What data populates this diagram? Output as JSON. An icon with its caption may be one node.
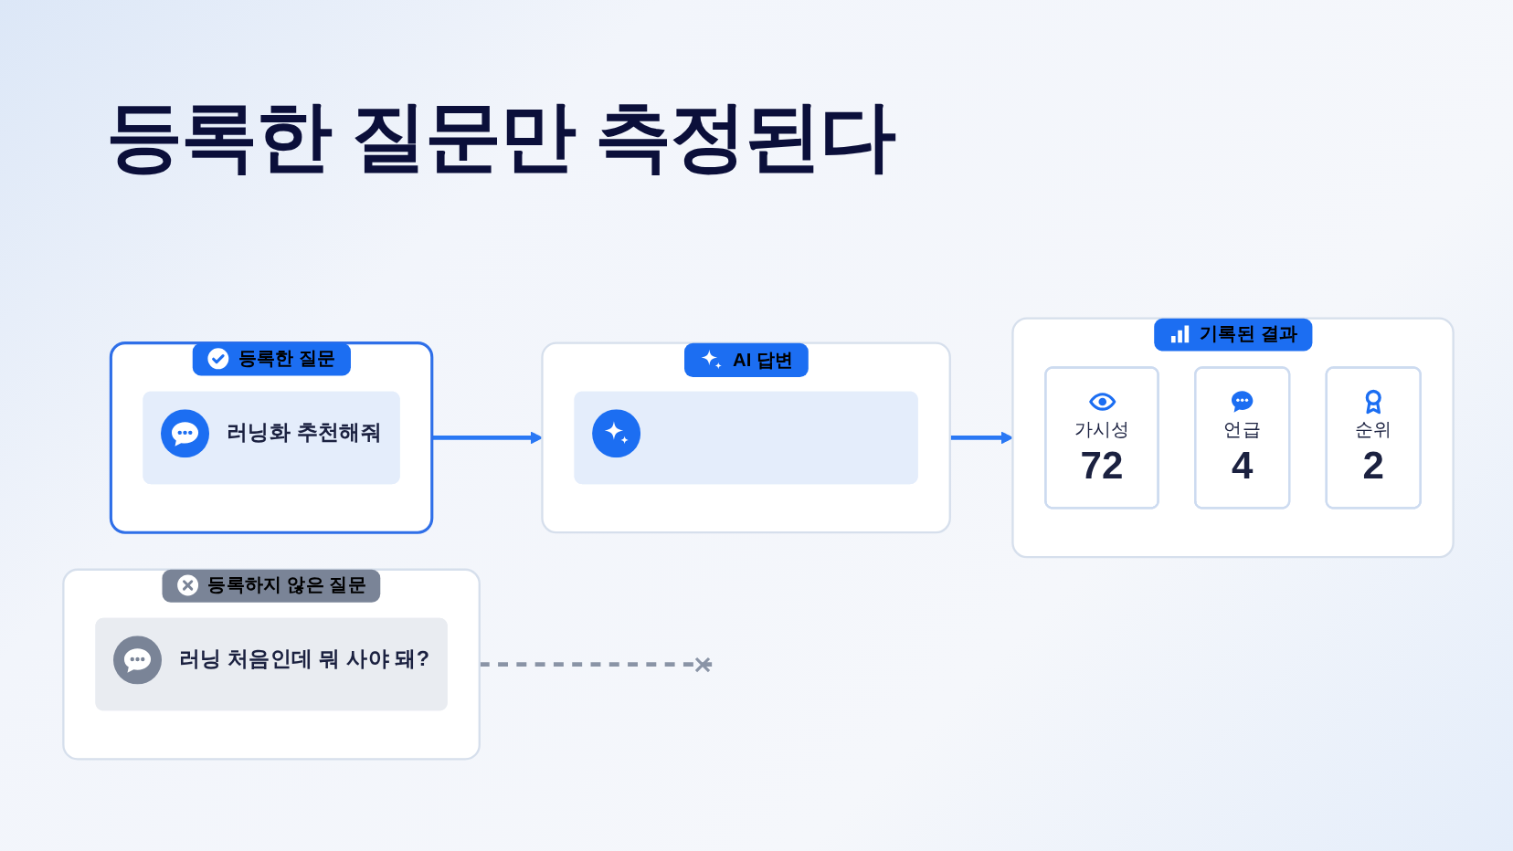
{
  "diagram": {
    "title": "등록한 질문만 측정된다",
    "nodes": [
      {
        "text": [
          "등록한 질문"
        ]
      },
      {
        "text": [
          "러닝화 추천해줘"
        ],
        "in": 0
      },
      {
        "text": [
          "AI 답변"
        ]
      },
      {
        "text": [],
        "shape": "box",
        "in": 2
      },
      {
        "text": [
          "기록된 결과"
        ]
      },
      {
        "text": [
          "가시성",
          "72"
        ],
        "in": 4
      },
      {
        "text": [
          "언급",
          "4"
        ],
        "in": 4
      },
      {
        "text": [
          "순위",
          "2"
        ],
        "in": 4
      },
      {
        "text": [
          "등록하지 않은 질문"
        ]
      },
      {
        "text": [
          "러닝 처음인데 뭐 사야 돼?"
        ],
        "in": 8
      }
    ],
    "edges": [
      {
        "from": 0,
        "to": 2,
        "arrow": "to"
      },
      {
        "from": 2,
        "to": 4,
        "arrow": "to"
      },
      {
        "from": 8,
        "to": null,
        "arrow": "other",
        "style": "dashed",
        "color": "#8a94a6"
      }
    ]
  }
}
